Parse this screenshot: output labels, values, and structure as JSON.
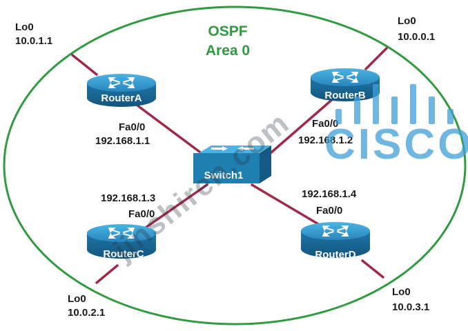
{
  "area": {
    "line1": "OSPF",
    "line2": "Area 0"
  },
  "switch": {
    "name": "Switch1"
  },
  "routers": [
    {
      "id": "a",
      "name": "RouterA",
      "lo_label": "Lo0",
      "lo_ip": "10.0.1.1",
      "fa_label": "Fa0/0",
      "fa_ip": "192.168.1.1"
    },
    {
      "id": "b",
      "name": "RouterB",
      "lo_label": "Lo0",
      "lo_ip": "10.0.0.1",
      "fa_label": "Fa0/0",
      "fa_ip": "192.168.1.2"
    },
    {
      "id": "c",
      "name": "RouterC",
      "lo_label": "Lo0",
      "lo_ip": "10.0.2.1",
      "fa_label": "Fa0/0",
      "fa_ip": "192.168.1.3"
    },
    {
      "id": "d",
      "name": "RouterD",
      "lo_label": "Lo0",
      "lo_ip": "10.0.3.1",
      "fa_label": "Fa0/0",
      "fa_ip": "192.168.1.4"
    }
  ],
  "watermark": {
    "text": "jinshiren.com",
    "brand": "CISCO"
  },
  "colors": {
    "area_border": "#2f9a3f",
    "link": "#a0284a",
    "router": "#1f7fb0",
    "text": "#1a1a1a"
  }
}
